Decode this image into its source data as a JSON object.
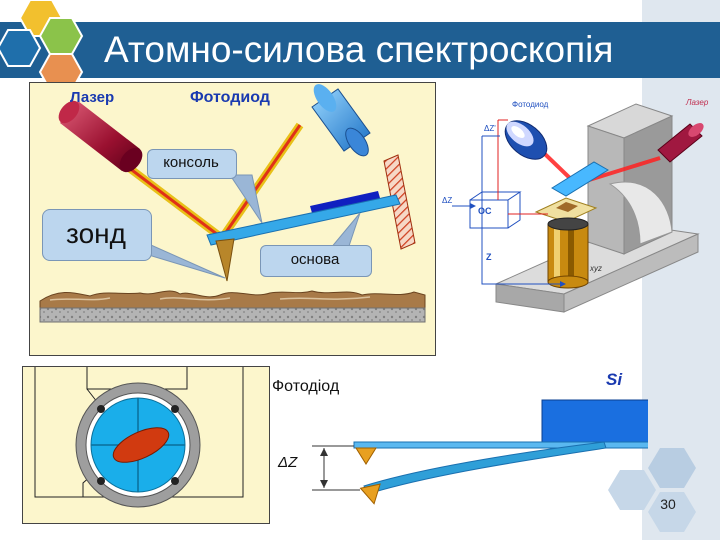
{
  "slide": {
    "title": "Атомно-силова спектроскопія",
    "page_number": "30"
  },
  "figure_left": {
    "laser_label": "Лазер",
    "photodiode_label": "Фотодиод",
    "cantilever_callout": "консоль",
    "probe_callout": "зонд",
    "base_callout": "основа"
  },
  "figure_right": {
    "photodiode_label": "Фотодиод",
    "laser_label": "Лазер",
    "delta_z_prime_label": "ΔZ'",
    "delta_z_label": "ΔZ",
    "feedback_label": "ОС",
    "z_label": "Z",
    "scanner_label": "xyz"
  },
  "figure_bottom": {
    "photodiode_label": "Фотодіод",
    "si_label": "Si",
    "delta_z_label": "ΔZ"
  },
  "colors": {
    "title_bar": "#1f5f93",
    "left_panel_bg": "#fcf6cc",
    "photodiode_blue": "#1aaeea",
    "spot_red": "#d13a10",
    "cantilever_blue": "#2f9fd8",
    "hex_yellow": "#f2c02e",
    "hex_green": "#8bc34a",
    "hex_orange": "#e89050"
  }
}
